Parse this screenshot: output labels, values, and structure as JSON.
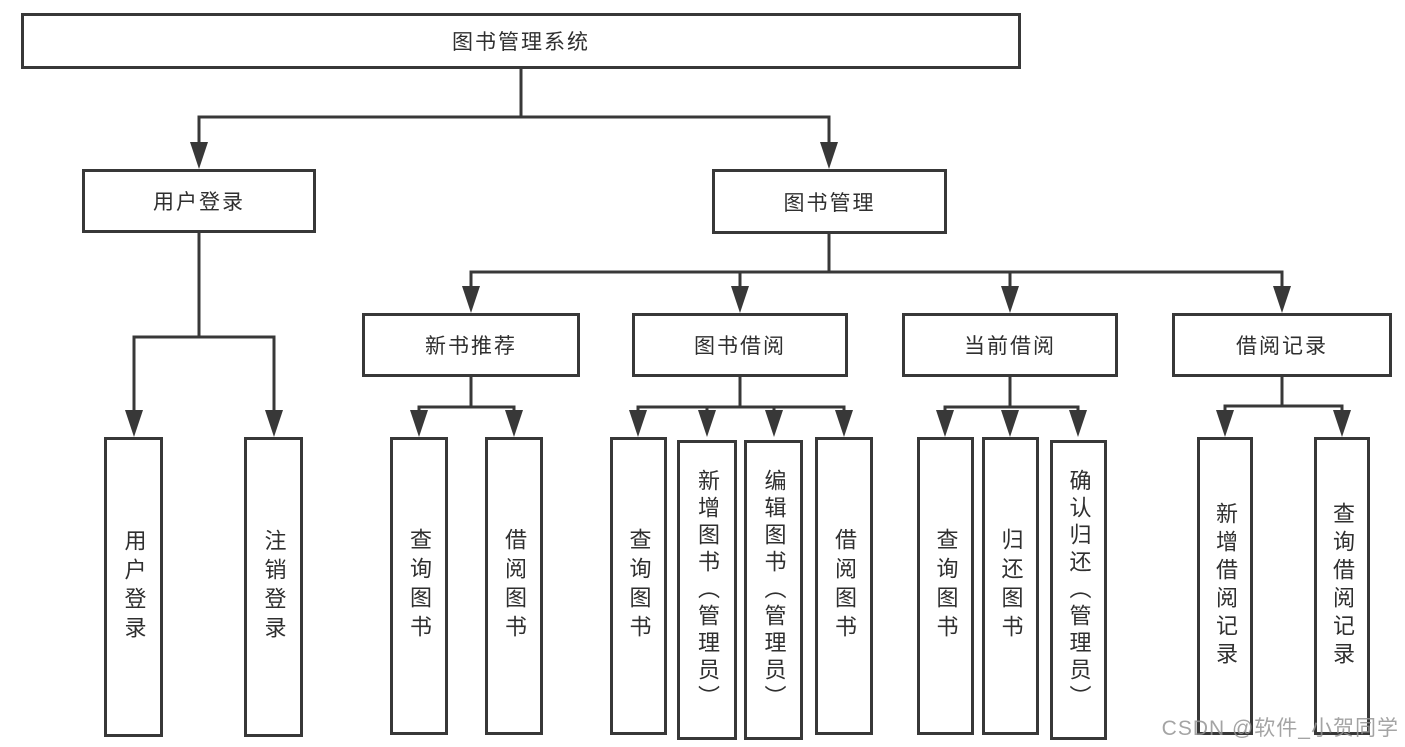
{
  "diagram": {
    "title": "图书管理系统",
    "branches": [
      {
        "label": "用户登录",
        "children": [
          "用户登录",
          "注销登录"
        ]
      },
      {
        "label": "图书管理",
        "children": [
          {
            "label": "新书推荐",
            "children": [
              "查询图书",
              "借阅图书"
            ]
          },
          {
            "label": "图书借阅",
            "children": [
              "查询图书",
              "新增图书（管理员）",
              "编辑图书（管理员）",
              "借阅图书"
            ]
          },
          {
            "label": "当前借阅",
            "children": [
              "查询图书",
              "归还图书",
              "确认归还（管理员）"
            ]
          },
          {
            "label": "借阅记录",
            "children": [
              "新增借阅记录",
              "查询借阅记录"
            ]
          }
        ]
      }
    ]
  },
  "watermark": "CSDN @软件_小贺同学",
  "colors": {
    "line": "#383838",
    "box_border": "#383838",
    "text": "#2f2f2f",
    "watermark": "#949494",
    "background": "#ffffff"
  }
}
